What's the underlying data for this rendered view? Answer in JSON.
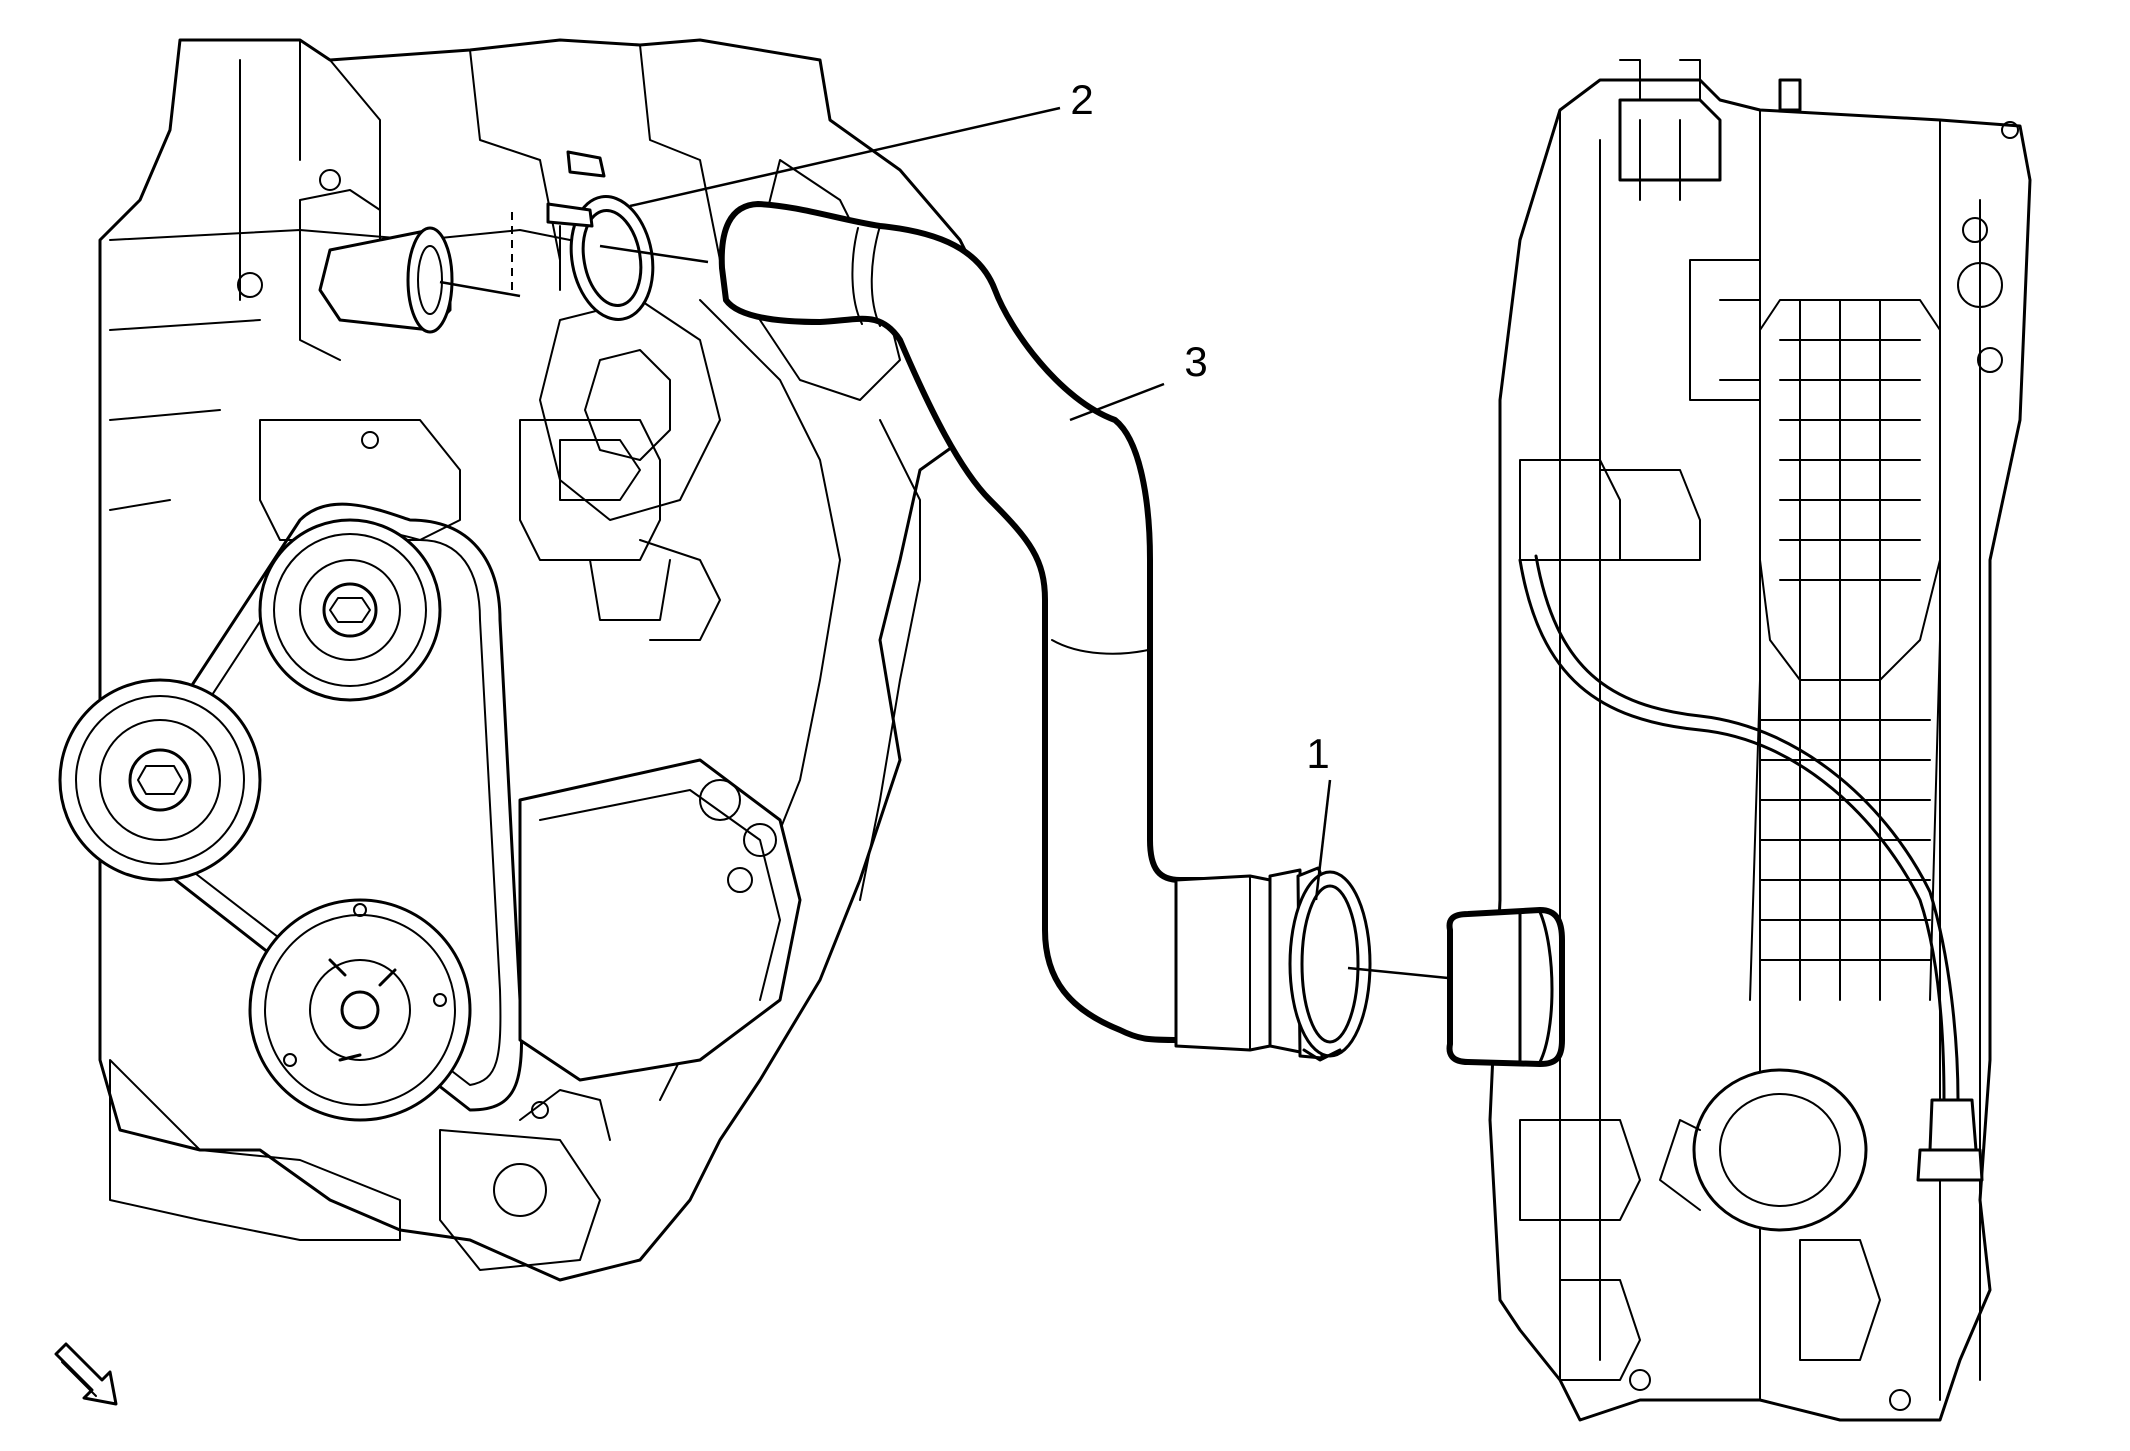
{
  "diagram": {
    "callouts": [
      {
        "id": "1",
        "label": "1"
      },
      {
        "id": "2",
        "label": "2"
      },
      {
        "id": "3",
        "label": "3"
      }
    ],
    "orientation_icon": "view-direction-arrow-icon"
  }
}
